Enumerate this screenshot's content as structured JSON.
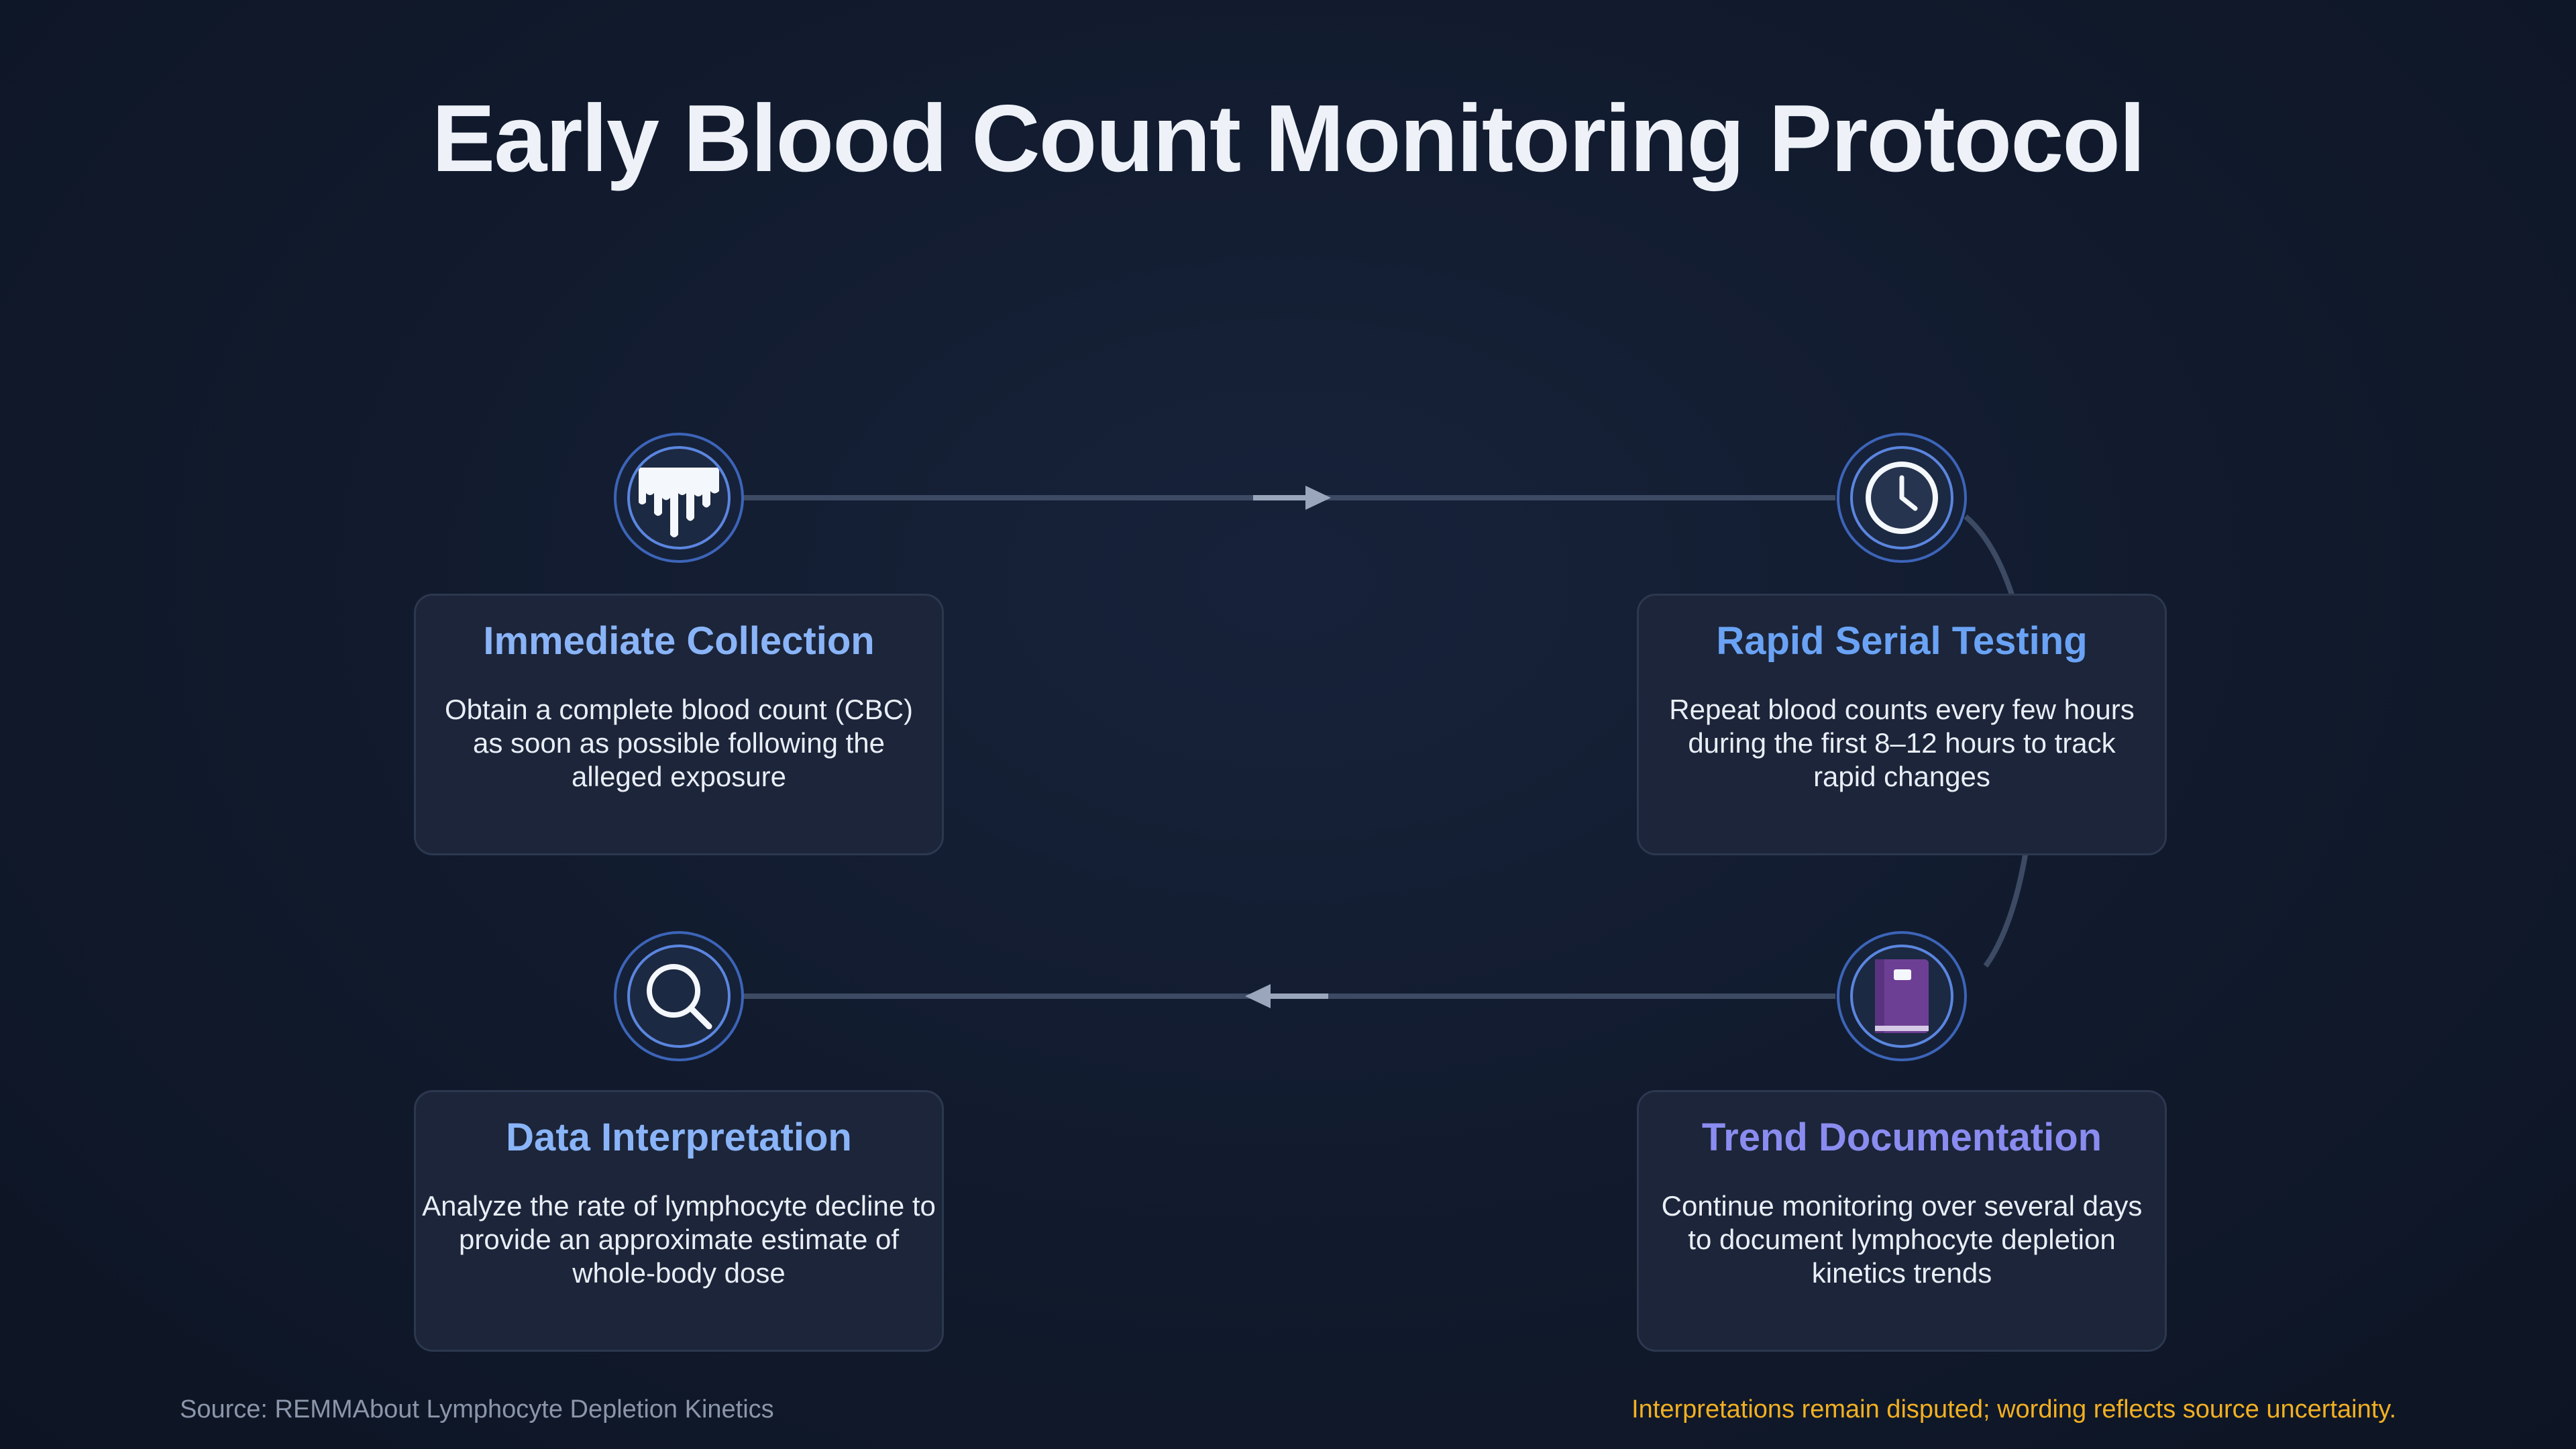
{
  "title": "Early Blood Count Monitoring Protocol",
  "steps": [
    {
      "icon": "blood-drip-icon",
      "title": "Immediate Collection",
      "title_color": "#8ab4f8",
      "description": "Obtain a complete blood count (CBC) as soon as possible following the alleged exposure"
    },
    {
      "icon": "clock-icon",
      "title": "Rapid Serial Testing",
      "title_color": "#6aa3f5",
      "description": "Repeat blood counts every few hours during the first 8–12 hours to track rapid changes"
    },
    {
      "icon": "notebook-icon",
      "title": "Trend Documentation",
      "title_color": "#8a8cf0",
      "description": "Continue monitoring over several days to document lymphocyte depletion kinetics trends"
    },
    {
      "icon": "magnifier-icon",
      "title": "Data Interpretation",
      "title_color": "#8ab4f8",
      "description": "Analyze the rate of lymphocyte decline to provide an approximate estimate of whole-body dose"
    }
  ],
  "footer": {
    "source": "Source: REMMAbout Lymphocyte Depletion Kinetics",
    "note": "Interpretations remain disputed; wording reflects source uncertainty."
  }
}
